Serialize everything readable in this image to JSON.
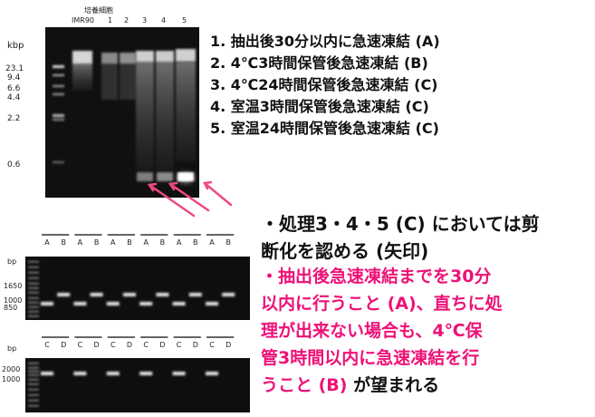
{
  "top_gel": {
    "header_line1": "培養細胞",
    "header_line2": "IMR90",
    "lane_numbers": [
      "1",
      "2",
      "3",
      "4",
      "5"
    ],
    "unit": "kbp",
    "markers": [
      "23.1",
      "9.4",
      "6.6",
      "4.4",
      "2.2",
      "0.6"
    ]
  },
  "legend": {
    "items": [
      "1. 抽出後30分以内に急速凍結 (A)",
      "2. 4℃3時間保管後急速凍結 (B)",
      "3. 4℃24時間保管後急速凍結 (C)",
      "4. 室温3時間保管後急速凍結 (C)",
      "5. 室温24時間保管後急速凍結 (C)"
    ]
  },
  "note1": {
    "line1": "・処理3・4・5 (C) においては剪",
    "line2": "断化を認める (矢印)"
  },
  "note2": {
    "line1": "・抽出後急速凍結までを30分",
    "line2": "以内に行うこと (A)、直ちに処",
    "line3": "理が出来ない場合も、4℃保",
    "line4": "管3時間以内に急速凍結を行",
    "line5_pink": "うこと (B)",
    "line5_black": " が望まれる"
  },
  "gel_ab": {
    "unit": "bp",
    "markers": [
      "1650",
      "1000",
      "850"
    ],
    "lane_labels": [
      "A",
      "B",
      "A",
      "B",
      "A",
      "B",
      "A",
      "B",
      "A",
      "B",
      "A",
      "B"
    ]
  },
  "gel_cd": {
    "unit": "bp",
    "markers": [
      "2000",
      "1000"
    ],
    "lane_labels": [
      "C",
      "D",
      "C",
      "D",
      "C",
      "D",
      "C",
      "D",
      "C",
      "D",
      "C",
      "D"
    ]
  },
  "colors": {
    "accent": "#ee1177",
    "gel_bg": "#0e0e0e",
    "arrow": "#f04a80"
  }
}
